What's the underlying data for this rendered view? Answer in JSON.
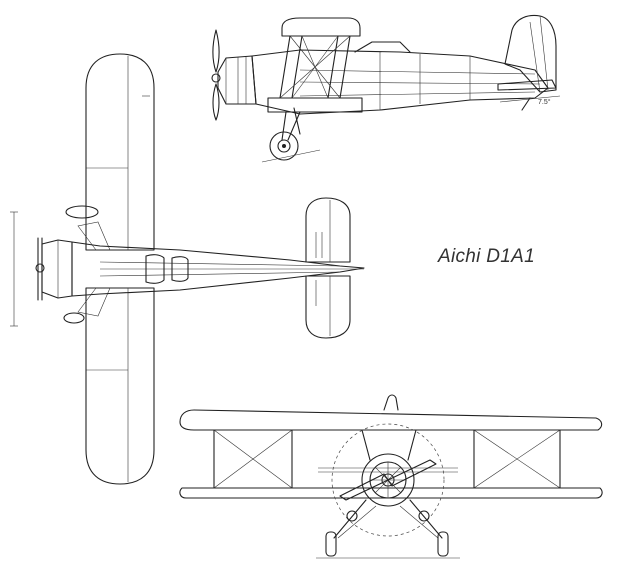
{
  "caption": {
    "title": "Aichi D1A1"
  },
  "views": [
    {
      "name": "side-view"
    },
    {
      "name": "top-view"
    },
    {
      "name": "front-view"
    }
  ],
  "colors": {
    "ink": "#222222",
    "paper": "#ffffff"
  }
}
